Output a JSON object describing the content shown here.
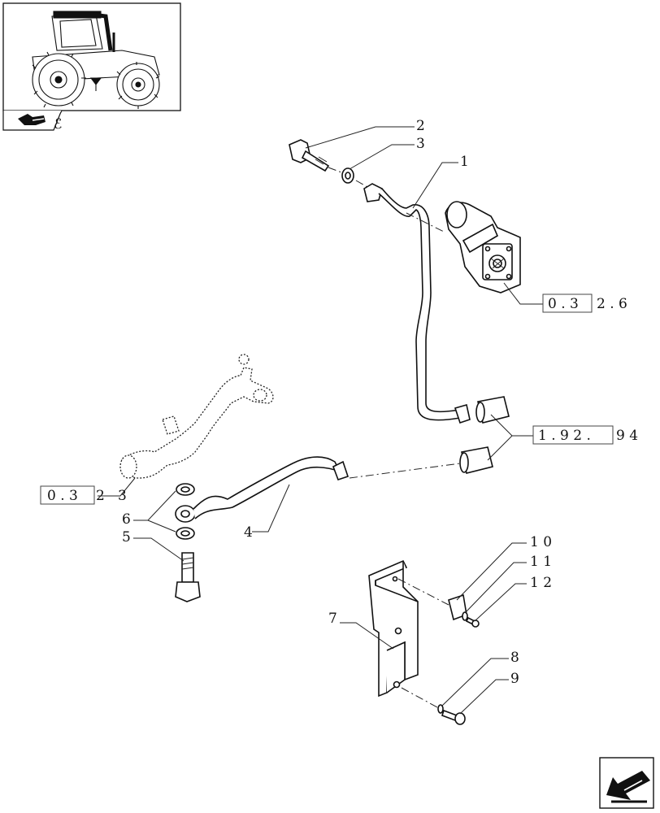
{
  "parts": [
    {
      "no": "1"
    },
    {
      "no": "2"
    },
    {
      "no": "3"
    },
    {
      "no": "4"
    },
    {
      "no": "5"
    },
    {
      "no": "6"
    },
    {
      "no": "7"
    },
    {
      "no": "8"
    },
    {
      "no": "9"
    },
    {
      "no": "1 0"
    },
    {
      "no": "1 1"
    },
    {
      "no": "1 2"
    }
  ],
  "references": [
    {
      "boxed": "0 . 3",
      "rest": "2 . 6"
    },
    {
      "boxed": "1 . 9 2 .",
      "rest": "9 4"
    },
    {
      "boxed": "0 . 3",
      "rest": "2   3"
    }
  ],
  "thumbnail": {
    "subject": "tractor",
    "icon": "tractor-icon",
    "nav_icon": "prev-page-arrow-icon"
  },
  "nav": {
    "icon": "next-page-arrow-icon"
  }
}
